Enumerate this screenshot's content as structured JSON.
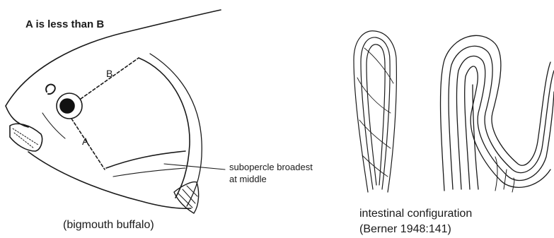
{
  "figure": {
    "top_label": "A is less than B",
    "measure_a": "A",
    "measure_b": "B",
    "callout_line1": "subopercle broadest",
    "callout_line2": "at middle",
    "left_caption": "(bigmouth buffalo)",
    "right_caption_line1": "intestinal configuration",
    "right_caption_line2": "(Berner 1948:141)"
  },
  "icons": {
    "fish_head": "fish-head-drawing",
    "intestine_left": "intestine-loop-drawing",
    "intestine_right": "intestine-coil-drawing"
  }
}
